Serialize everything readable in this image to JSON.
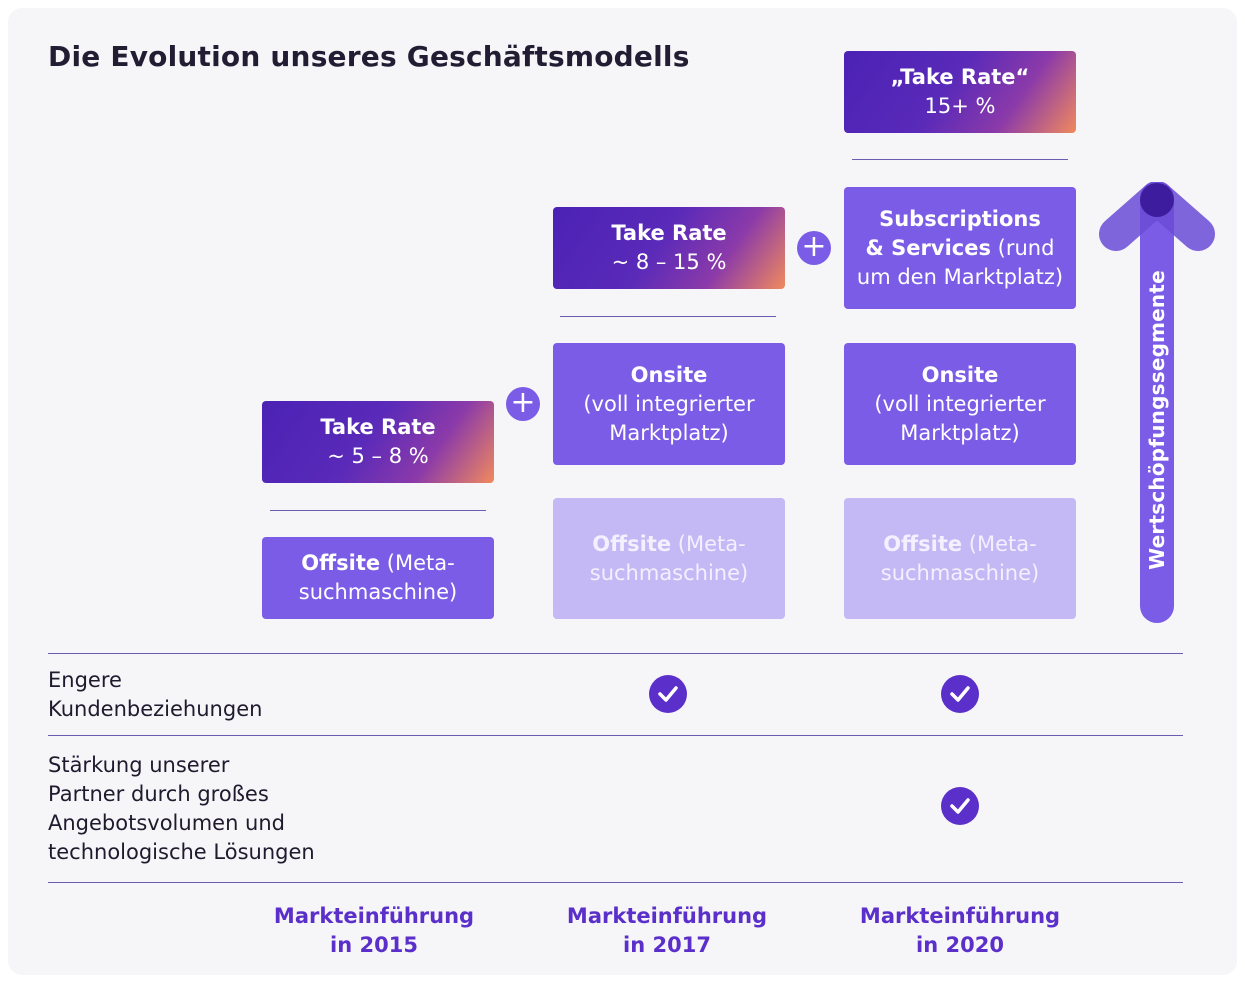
{
  "title": "Die Evolution unseres Geschäftsmodells",
  "colors": {
    "gradient_start": "#4b22b5",
    "gradient_end": "#f08a5d",
    "solid_purple": "#7b5ce6",
    "light_purple": "#c4b9f5",
    "check_purple": "#5b2fc9"
  },
  "col2015": {
    "take_rate": {
      "line1": "Take Rate",
      "line2": "~ 5 – 8 %"
    },
    "offsite": {
      "bold": "Offsite",
      "rest1": " (Meta-",
      "line2": "suchmaschine)"
    }
  },
  "col2017": {
    "take_rate": {
      "line1": "Take Rate",
      "line2": "~ 8 – 15 %"
    },
    "onsite": {
      "line1": "Onsite",
      "line2": "(voll integrierter",
      "line3": "Marktplatz)"
    },
    "offsite": {
      "bold": "Offsite",
      "rest1": " (Meta-",
      "line2": "suchmaschine)"
    }
  },
  "col2020": {
    "take_rate": {
      "line1": "„Take Rate“",
      "line2": "15+ %"
    },
    "subscriptions": {
      "line1": "Subscriptions",
      "line2_bold": "& Services",
      "line2_rest": " (rund",
      "line3": "um den Marktplatz)"
    },
    "onsite": {
      "line1": "Onsite",
      "line2": "(voll integrierter",
      "line3": "Marktplatz)"
    },
    "offsite": {
      "bold": "Offsite",
      "rest1": " (Meta-",
      "line2": "suchmaschine)"
    }
  },
  "plus_symbol": "+",
  "arrow_label": "Wertschöpfungssegmente",
  "rows": [
    {
      "line1": "Engere",
      "line2": "Kundenbeziehungen",
      "checked": [
        "2017",
        "2020"
      ]
    },
    {
      "line1": "Stärkung unserer",
      "line2": "Partner durch großes",
      "line3": "Angebotsvolumen und",
      "line4": "technologische Lösungen",
      "checked": [
        "2020"
      ]
    }
  ],
  "launches": [
    {
      "line1": "Markteinführung",
      "line2": "in 2015"
    },
    {
      "line1": "Markteinführung",
      "line2": "in 2017"
    },
    {
      "line1": "Markteinführung",
      "line2": "in 2020"
    }
  ]
}
